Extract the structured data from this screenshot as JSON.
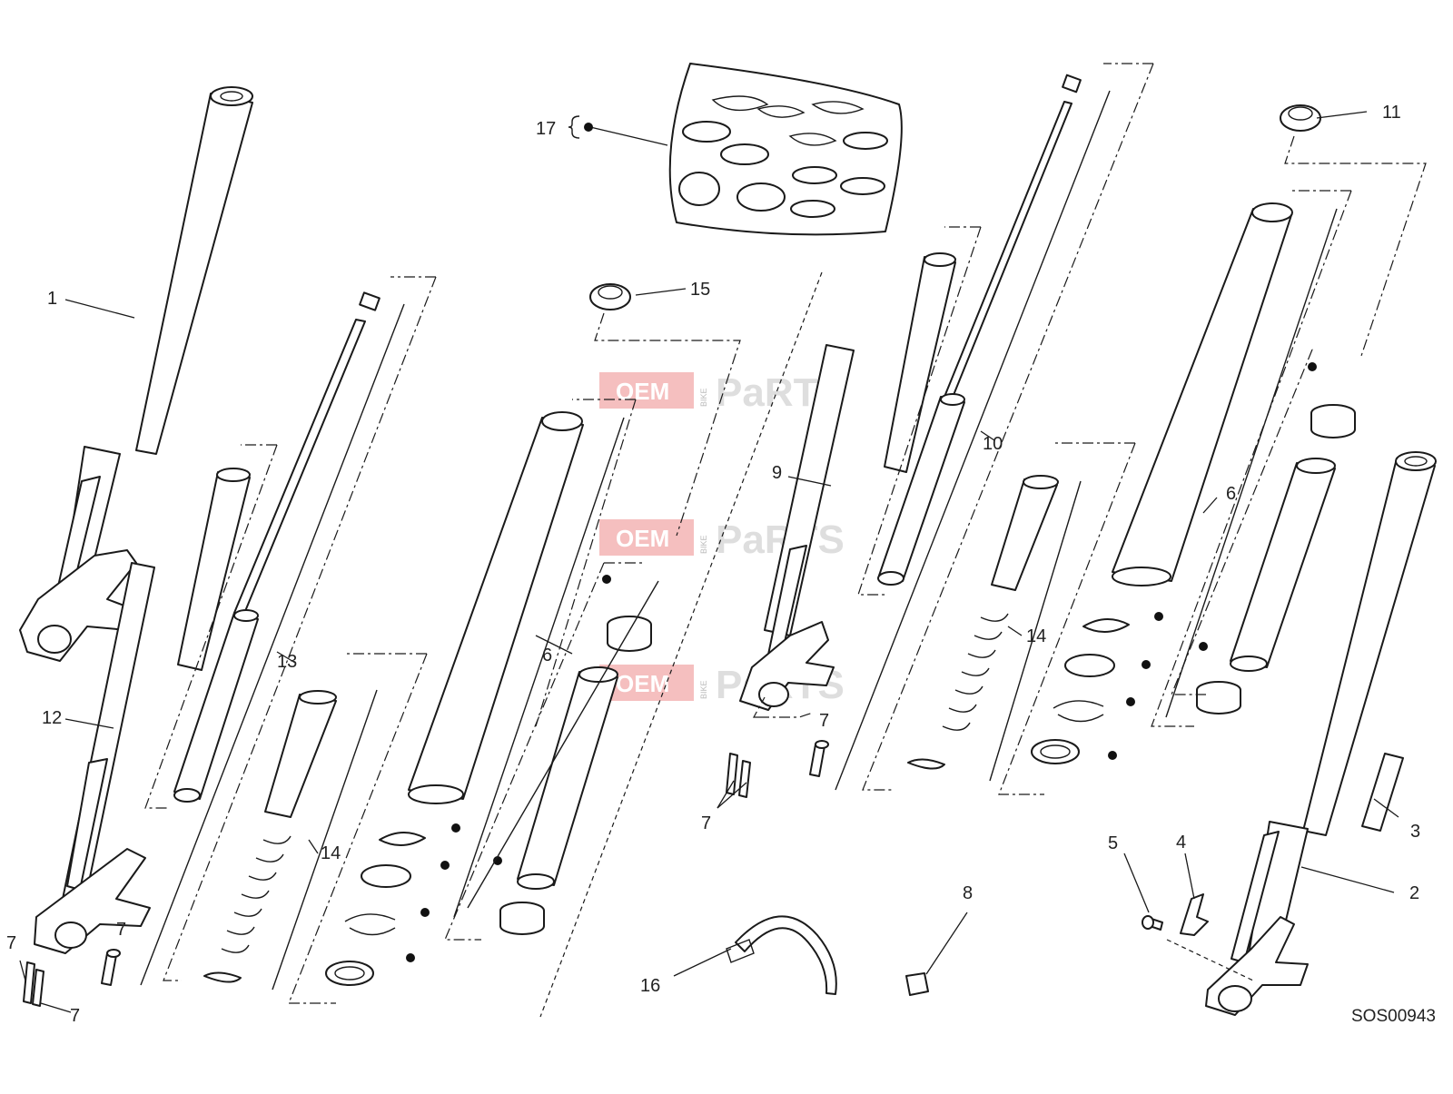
{
  "diagram": {
    "code": "SOS00943",
    "callouts": [
      {
        "id": "c1",
        "label": "1"
      },
      {
        "id": "c2",
        "label": "2"
      },
      {
        "id": "c3",
        "label": "3"
      },
      {
        "id": "c4",
        "label": "4"
      },
      {
        "id": "c5",
        "label": "5"
      },
      {
        "id": "c6a",
        "label": "6"
      },
      {
        "id": "c6b",
        "label": "6"
      },
      {
        "id": "c7a",
        "label": "7"
      },
      {
        "id": "c7b",
        "label": "7"
      },
      {
        "id": "c7c",
        "label": "7"
      },
      {
        "id": "c7d",
        "label": "7"
      },
      {
        "id": "c7e",
        "label": "7"
      },
      {
        "id": "c8",
        "label": "8"
      },
      {
        "id": "c9",
        "label": "9"
      },
      {
        "id": "c10",
        "label": "10"
      },
      {
        "id": "c11",
        "label": "11"
      },
      {
        "id": "c12",
        "label": "12"
      },
      {
        "id": "c13",
        "label": "13"
      },
      {
        "id": "c14a",
        "label": "14"
      },
      {
        "id": "c14b",
        "label": "14"
      },
      {
        "id": "c15",
        "label": "15"
      },
      {
        "id": "c16",
        "label": "16"
      },
      {
        "id": "c17",
        "label": "17"
      }
    ]
  },
  "watermark": {
    "oem": "OEM",
    "bike": "BIKE",
    "parts": "PaRTS"
  }
}
